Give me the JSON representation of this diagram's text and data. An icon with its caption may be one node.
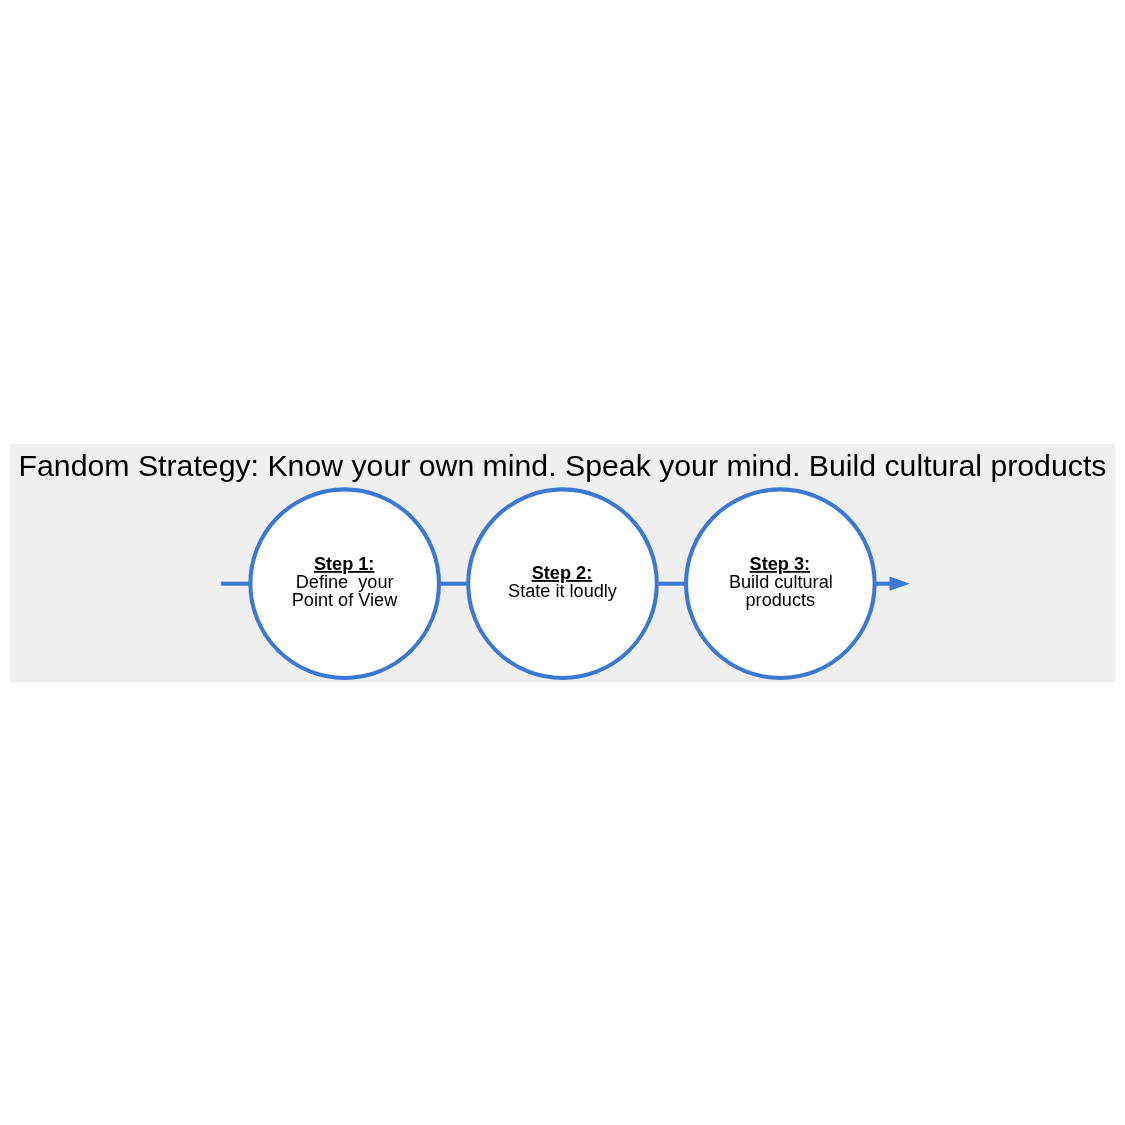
{
  "diagram": {
    "title": "Fandom Strategy: Know your own mind. Speak your mind. Build cultural products",
    "nodes": [
      {
        "text": [
          "Step 1:",
          "Define  your Point of View"
        ]
      },
      {
        "text": [
          "Step 2:",
          "State it loudly"
        ]
      },
      {
        "text": [
          "Step 3:",
          "Build cultural products"
        ]
      }
    ],
    "edges": [
      {
        "from": null,
        "to": 0,
        "arrow": "none"
      },
      {
        "from": 0,
        "to": 1,
        "arrow": "none"
      },
      {
        "from": 1,
        "to": 2,
        "arrow": "none"
      },
      {
        "from": 2,
        "to": null,
        "arrow": "to"
      }
    ]
  }
}
